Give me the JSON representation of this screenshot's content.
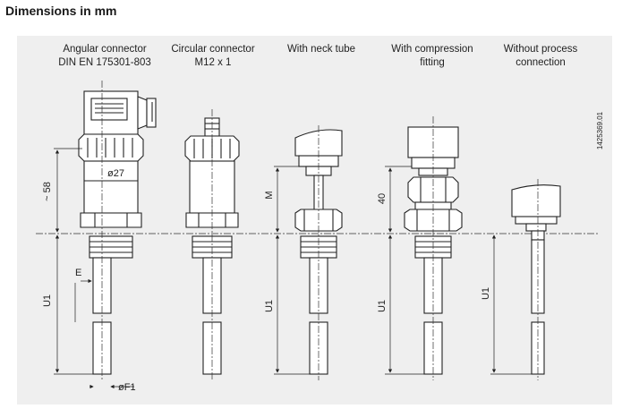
{
  "heading": "Dimensions in mm",
  "columns": [
    {
      "line1": "Angular connector",
      "line2": "DIN EN 175301-803"
    },
    {
      "line1": "Circular connector",
      "line2": "M12 x 1"
    },
    {
      "line1": "With neck tube",
      "line2": ""
    },
    {
      "line1": "With compression",
      "line2": "fitting"
    },
    {
      "line1": "Without process",
      "line2": "connection"
    }
  ],
  "dimensions": {
    "approx_58": "~ 58",
    "diameter_27": "ø27",
    "e": "E",
    "u1": "U1",
    "diameter_f1": "øF1",
    "m": "M",
    "forty": "40"
  },
  "drawing_number": "1425369.01"
}
